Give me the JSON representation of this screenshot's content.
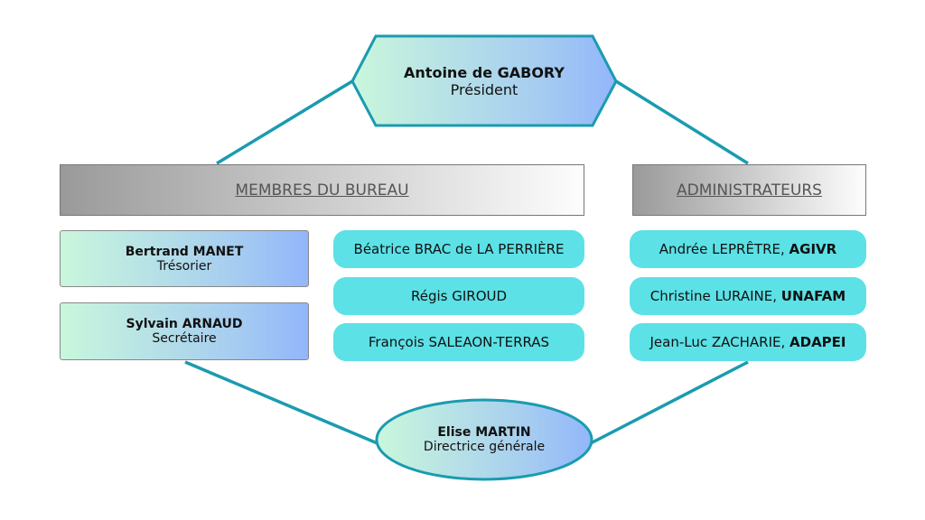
{
  "president": {
    "name": "Antoine de GABORY",
    "role": "Président"
  },
  "bureau": {
    "title": "MEMBRES DU BUREAU",
    "officers": [
      {
        "name": "Bertrand MANET",
        "role": "Trésorier"
      },
      {
        "name": "Sylvain ARNAUD",
        "role": "Secrétaire"
      }
    ],
    "members": [
      "Béatrice BRAC de LA PERRIÈRE",
      "Régis GIROUD",
      "François SALEAON-TERRAS"
    ]
  },
  "administrateurs": {
    "title": "ADMINISTRATEURS",
    "members": [
      {
        "name": "Andrée LEPRÊTRE, ",
        "org": "AGIVR"
      },
      {
        "name": "Christine LURAINE, ",
        "org": "UNAFAM"
      },
      {
        "name": "Jean-Luc ZACHARIE, ",
        "org": "ADAPEI"
      }
    ]
  },
  "director": {
    "name": "Elise MARTIN",
    "role": "Directrice générale"
  },
  "colors": {
    "line": "#1a9bb0",
    "pill": "#5ce1e6"
  }
}
